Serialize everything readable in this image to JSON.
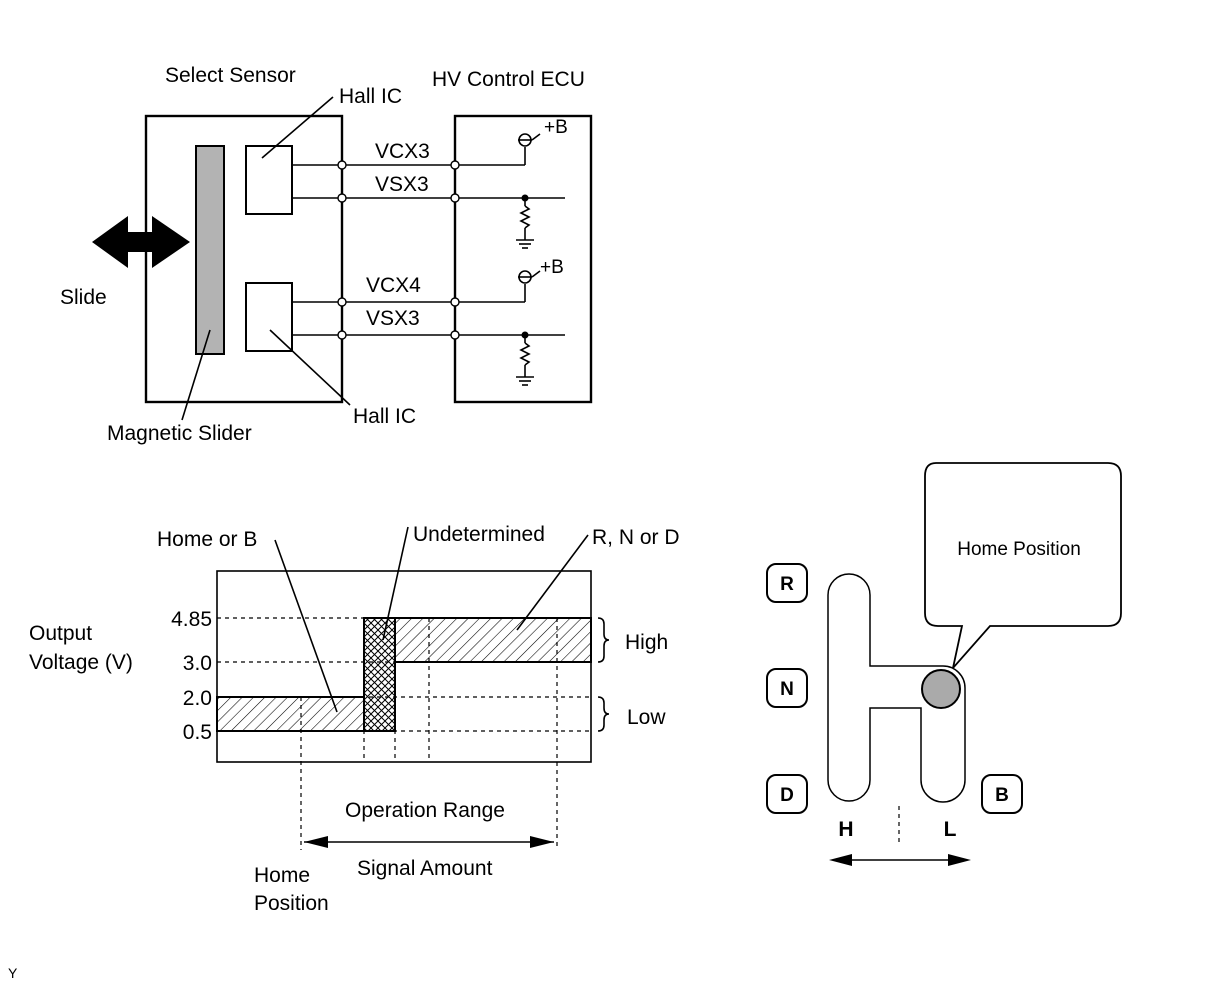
{
  "circuit": {
    "select_sensor": "Select Sensor",
    "hv_ecu": "HV Control ECU",
    "hall_ic_top": "Hall IC",
    "hall_ic_bottom": "Hall IC",
    "slide": "Slide",
    "magnetic_slider": "Magnetic Slider",
    "vcx3": "VCX3",
    "vsx3_top": "VSX3",
    "vcx4": "VCX4",
    "vsx3_bottom": "VSX3",
    "plus_b_top": "+B",
    "plus_b_bottom": "+B"
  },
  "graph": {
    "home_or_b": "Home or B",
    "undetermined": "Undetermined",
    "rnd": "R, N or D",
    "y_label_line1": "Output",
    "y_label_line2": "Voltage (V)",
    "ticks": [
      "4.85",
      "3.0",
      "2.0",
      "0.5"
    ],
    "high": "High",
    "low": "Low",
    "operation_range": "Operation Range",
    "signal_amount": "Signal Amount",
    "home_position_line1": "Home",
    "home_position_line2": "Position"
  },
  "shifter": {
    "callout": "Home Position",
    "gear_r": "R",
    "gear_n": "N",
    "gear_d": "D",
    "gear_b": "B",
    "h": "H",
    "l": "L"
  },
  "footer": {
    "code": "Y"
  }
}
